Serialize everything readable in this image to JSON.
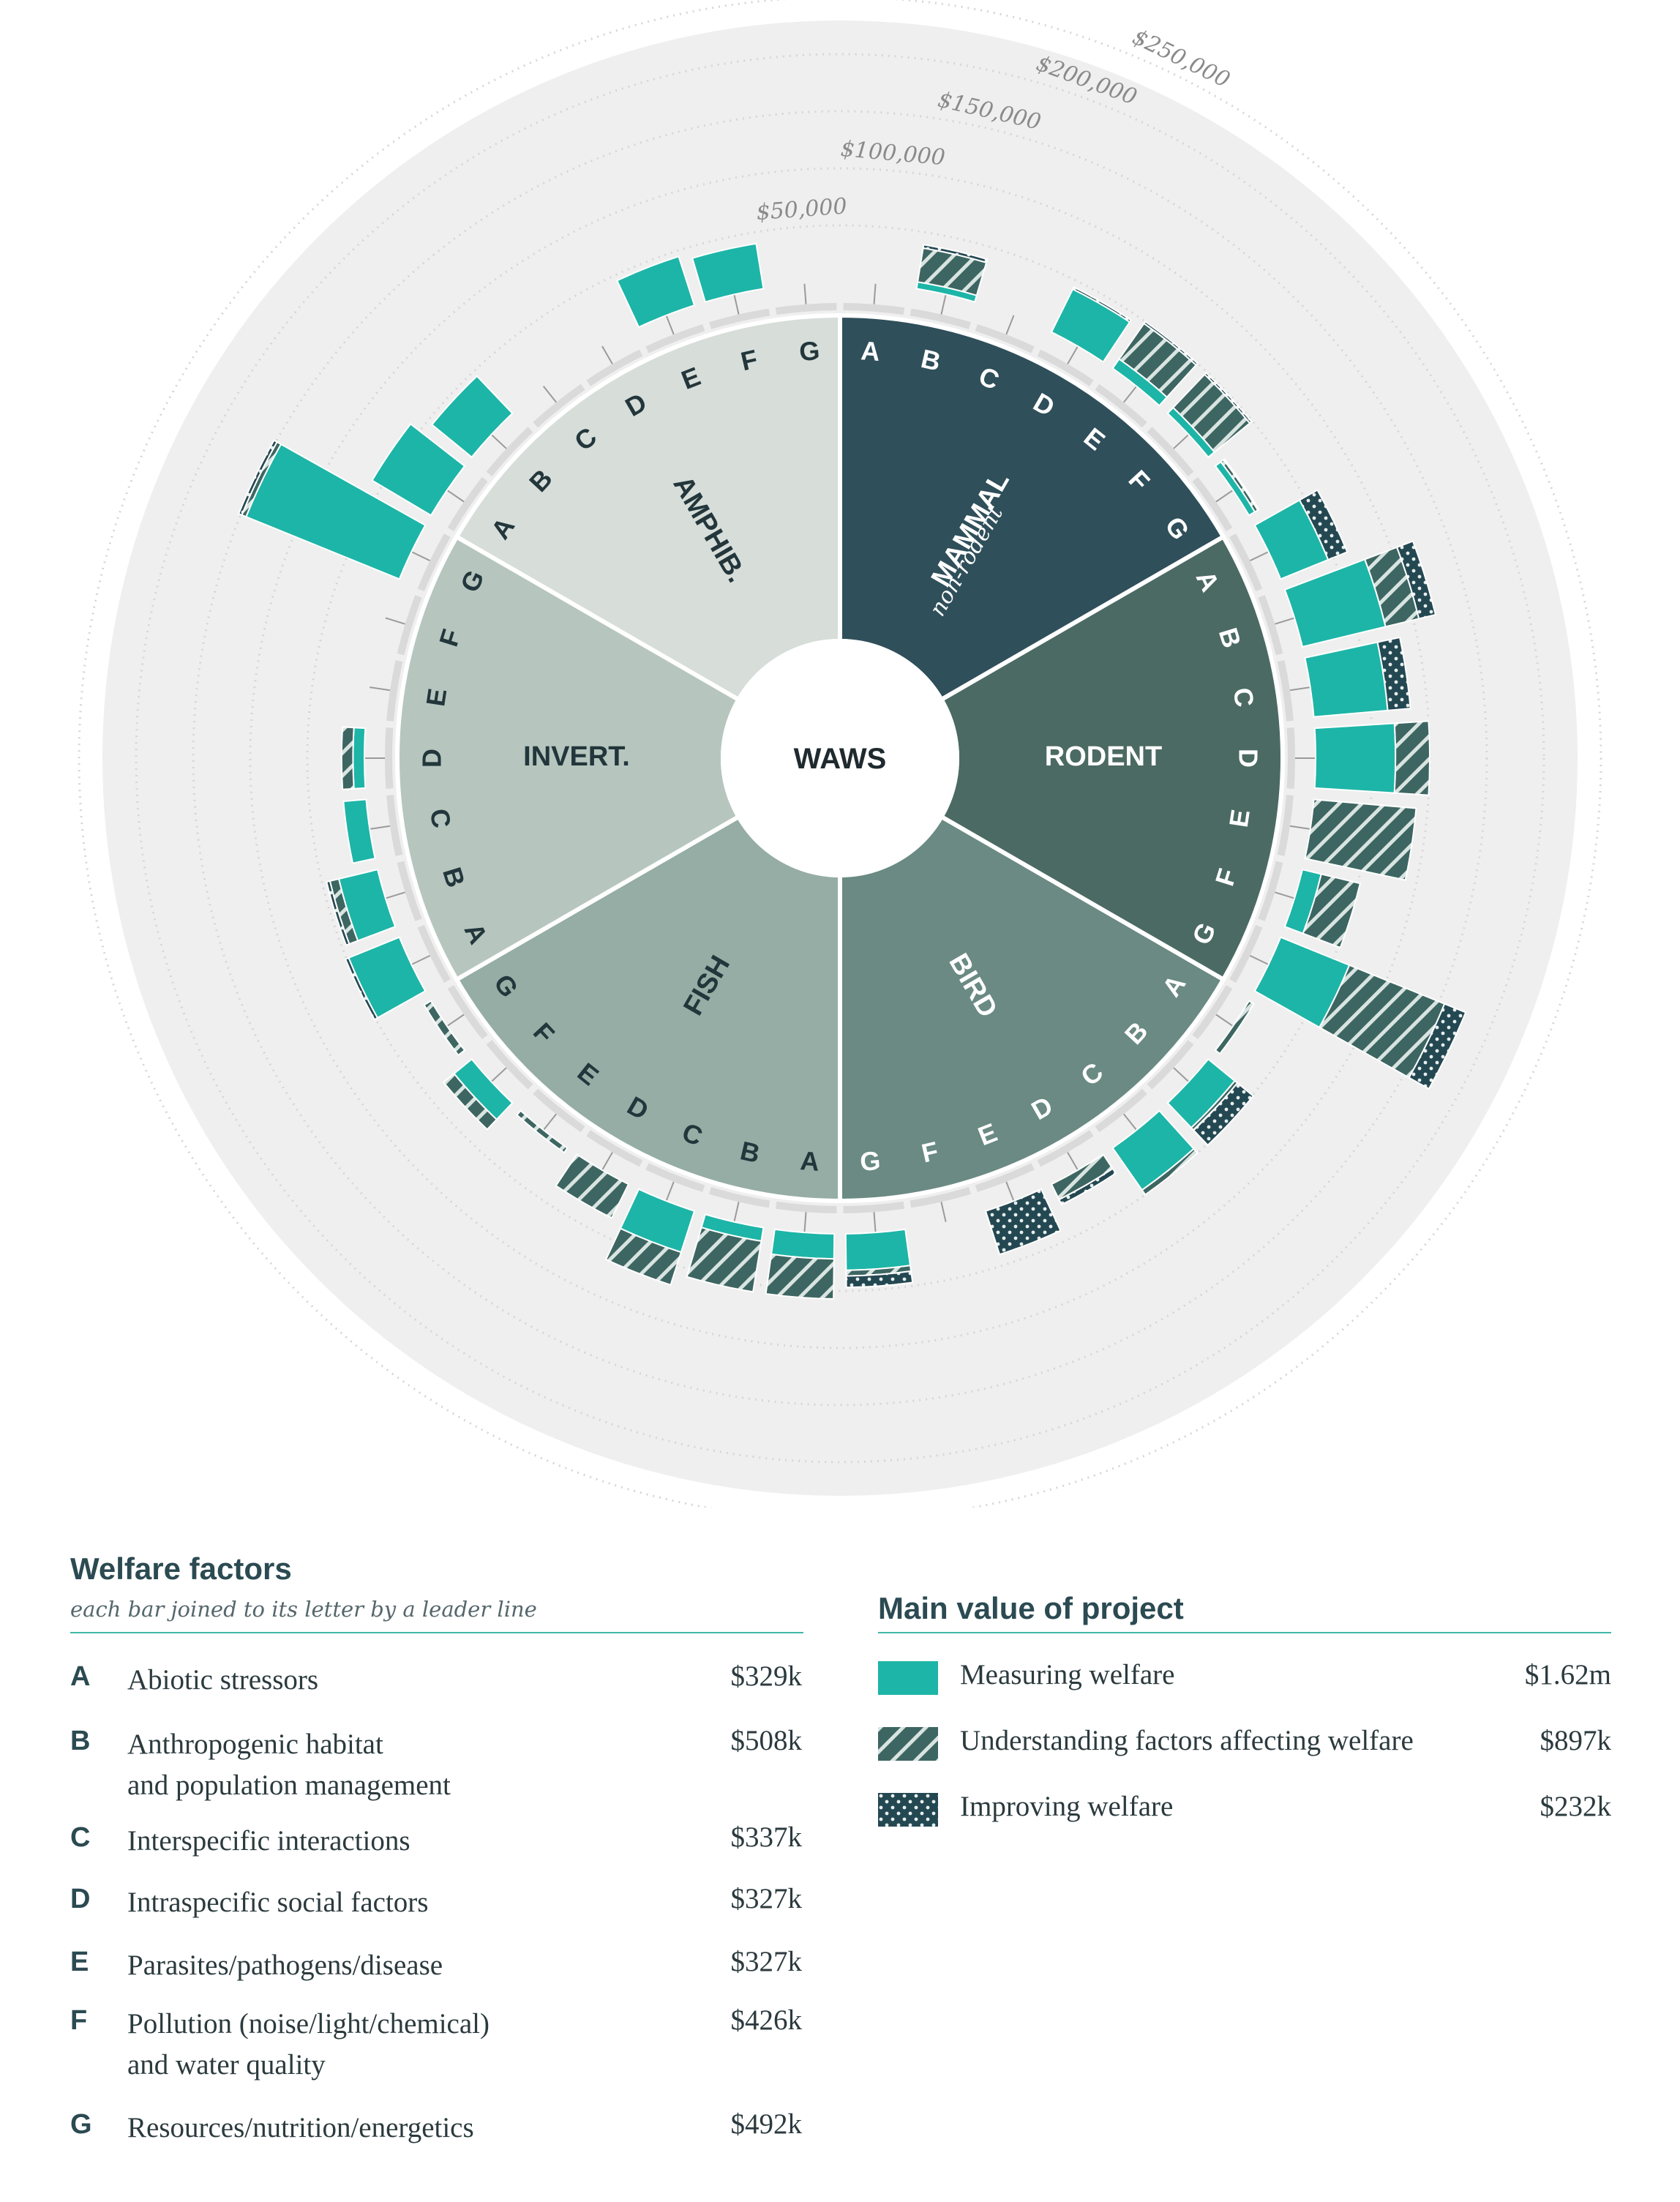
{
  "chart_data": {
    "type": "radial stacked bar",
    "center_label": "WAWS",
    "scale_labels": [
      "$50,000",
      "$100,000",
      "$150,000",
      "$200,000",
      "$250,000"
    ],
    "scale_values": [
      50000,
      100000,
      150000,
      200000,
      250000
    ],
    "categories": [
      "A",
      "B",
      "C",
      "D",
      "E",
      "F",
      "G"
    ],
    "series": [
      {
        "name": "Measuring welfare",
        "color": "#1db5a7",
        "pattern": "solid"
      },
      {
        "name": "Understanding factors affecting welfare",
        "color": "#3d6662",
        "pattern": "hatch"
      },
      {
        "name": "Improving welfare",
        "color": "#244852",
        "pattern": "dots"
      }
    ],
    "groups": [
      {
        "name": "MAMMAL",
        "sublabel": "non-rodent",
        "color": "#2f4f5a",
        "text_color": "#ffffff",
        "bars": {
          "A": [
            0,
            0,
            0
          ],
          "B": [
            6000,
            30000,
            3000
          ],
          "C": [
            0,
            0,
            0
          ],
          "D": [
            42000,
            0,
            2000
          ],
          "E": [
            10000,
            38000,
            2000
          ],
          "F": [
            7000,
            40000,
            2000
          ],
          "G": [
            6000,
            3000,
            1000
          ]
        }
      },
      {
        "name": "RODENT",
        "sublabel": "",
        "color": "#4b6a63",
        "text_color": "#ffffff",
        "bars": {
          "A": [
            45000,
            0,
            18000
          ],
          "B": [
            75000,
            30000,
            15000
          ],
          "C": [
            65000,
            0,
            20000
          ],
          "D": [
            70000,
            30000,
            0
          ],
          "E": [
            0,
            90000,
            0
          ],
          "F": [
            17000,
            35000,
            0
          ],
          "G": [
            65000,
            90000,
            20000
          ]
        }
      },
      {
        "name": "BIRD",
        "sublabel": "",
        "color": "#6a8a83",
        "text_color": "#ffffff",
        "bars": {
          "A": [
            0,
            5000,
            0
          ],
          "B": [
            30000,
            3000,
            18000
          ],
          "C": [
            45000,
            5000,
            0
          ],
          "D": [
            0,
            15000,
            5000
          ],
          "E": [
            0,
            0,
            40000
          ],
          "F": [
            0,
            0,
            0
          ],
          "G": [
            32000,
            5000,
            10000
          ]
        }
      },
      {
        "name": "FISH",
        "sublabel": "",
        "color": "#95ada5",
        "text_color": "#22363b",
        "bars": {
          "A": [
            22000,
            35000,
            0
          ],
          "B": [
            12000,
            45000,
            0
          ],
          "C": [
            38000,
            30000,
            0
          ],
          "D": [
            0,
            33000,
            0
          ],
          "E": [
            0,
            5000,
            0
          ],
          "F": [
            20000,
            12000,
            0
          ],
          "G": [
            0,
            7000,
            0
          ]
        }
      },
      {
        "name": "INVERT.",
        "sublabel": "",
        "color": "#b6c6bf",
        "text_color": "#22363b",
        "bars": {
          "A": [
            48000,
            0,
            3000
          ],
          "B": [
            35000,
            8000,
            3000
          ],
          "C": [
            20000,
            0,
            0
          ],
          "D": [
            10000,
            10000,
            0
          ],
          "E": [
            0,
            0,
            0
          ],
          "F": [
            0,
            0,
            0
          ],
          "G": [
            145000,
            4000,
            3000
          ]
        }
      },
      {
        "name": "AMPHIB.",
        "sublabel": "",
        "color": "#d7ddd9",
        "text_color": "#22363b",
        "bars": {
          "A": [
            60000,
            0,
            0
          ],
          "B": [
            45000,
            0,
            0
          ],
          "C": [
            0,
            0,
            0
          ],
          "D": [
            0,
            0,
            0
          ],
          "E": [
            45000,
            0,
            0
          ],
          "F": [
            40000,
            0,
            0
          ],
          "G": [
            0,
            0,
            0
          ]
        }
      }
    ]
  },
  "welfare_factors": {
    "title": "Welfare factors",
    "subtitle": "each bar joined to its letter by a leader line",
    "items": [
      {
        "letter": "A",
        "label": "Abiotic stressors",
        "value": "$329k"
      },
      {
        "letter": "B",
        "label": "Anthropogenic habitat\nand population management",
        "value": "$508k"
      },
      {
        "letter": "C",
        "label": "Interspecific interactions",
        "value": "$337k"
      },
      {
        "letter": "D",
        "label": "Intraspecific social factors",
        "value": "$327k"
      },
      {
        "letter": "E",
        "label": "Parasites/pathogens/disease",
        "value": "$327k"
      },
      {
        "letter": "F",
        "label": "Pollution (noise/light/chemical)\nand water quality",
        "value": "$426k"
      },
      {
        "letter": "G",
        "label": "Resources/nutrition/energetics",
        "value": "$492k"
      }
    ]
  },
  "main_value": {
    "title": "Main value of project",
    "items": [
      {
        "label": "Measuring welfare",
        "value": "$1.62m",
        "pattern": "solid"
      },
      {
        "label": "Understanding factors affecting welfare",
        "value": "$897k",
        "pattern": "hatch"
      },
      {
        "label": "Improving welfare",
        "value": "$232k",
        "pattern": "dots"
      }
    ]
  }
}
